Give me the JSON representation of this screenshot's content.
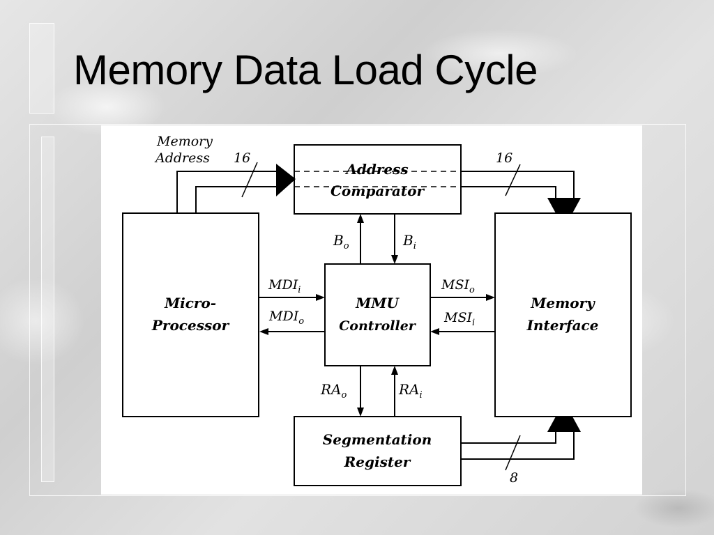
{
  "slide": {
    "title": "Memory Data Load Cycle"
  },
  "diagram": {
    "blocks": {
      "address_comparator": {
        "line1": "Address",
        "line2": "Comparator"
      },
      "microprocessor": {
        "line1": "Micro-",
        "line2": "Processor"
      },
      "mmu_controller": {
        "line1": "MMU",
        "line2": "Controller"
      },
      "memory_interface": {
        "line1": "Memory",
        "line2": "Interface"
      },
      "segmentation_register": {
        "line1": "Segmentation",
        "line2": "Register"
      }
    },
    "labels": {
      "memory_address_line1": "Memory",
      "memory_address_line2": "Address",
      "bus_width_left": "16",
      "bus_width_right": "16",
      "bus_width_bottom": "8",
      "b_o": {
        "main": "B",
        "sub": "o"
      },
      "b_i": {
        "main": "B",
        "sub": "i"
      },
      "mdi_i": {
        "main": "MDI",
        "sub": "i"
      },
      "mdi_o": {
        "main": "MDI",
        "sub": "o"
      },
      "msi_o": {
        "main": "MSI",
        "sub": "o"
      },
      "msi_i": {
        "main": "MSI",
        "sub": "i"
      },
      "ra_o": {
        "main": "RA",
        "sub": "o"
      },
      "ra_i": {
        "main": "RA",
        "sub": "i"
      }
    }
  }
}
